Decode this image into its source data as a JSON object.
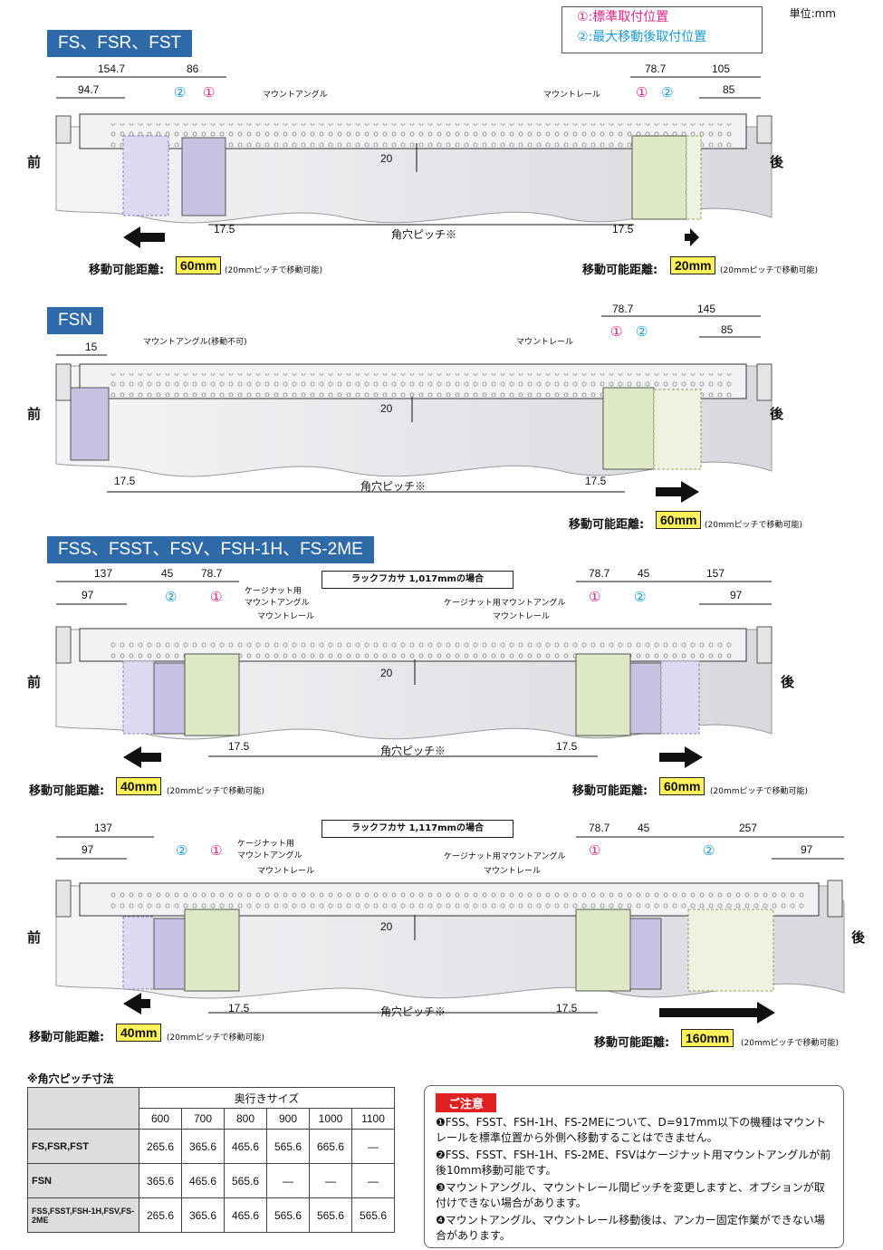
{
  "unit_label": "単位:mm",
  "legend": {
    "pos1": "①:標準取付位置",
    "pos2": "②:最大移動後取付位置"
  },
  "colors": {
    "title_bg": "#2e6aa8",
    "pos1": "#e0238a",
    "pos2": "#1a9ad6",
    "highlight": "#fff35a",
    "angle": "#c9c3e3",
    "rail": "#dfe9c6",
    "caution": "#e02020"
  },
  "front": "前",
  "back": "後",
  "move_label": "移動可能距離:",
  "move_note": "(20mmピッチで移動可能)",
  "pitch_label": "角穴ピッチ※",
  "mount_angle": "マウントアングル",
  "mount_rail": "マウントレール",
  "mount_angle_fixed": "マウントアングル(移動不可)",
  "cage_angle_l1": "ケージナット用",
  "cage_angle_l2": "マウントアングル",
  "cage_angle": "ケージナット用マウントアングル",
  "c1": "①",
  "c2": "②",
  "sections": {
    "fs": {
      "title": "FS、FSR、FST",
      "dims": {
        "d154": "154.7",
        "d86": "86",
        "d94": "94.7",
        "d787": "78.7",
        "d105": "105",
        "d85": "85",
        "d20": "20",
        "d175a": "17.5",
        "d175b": "17.5"
      },
      "move_front": "60mm",
      "move_back": "20mm"
    },
    "fsn": {
      "title": "FSN",
      "dims": {
        "d15": "15",
        "d787": "78.7",
        "d145": "145",
        "d85": "85",
        "d20": "20",
        "d175a": "17.5",
        "d175b": "17.5"
      },
      "move_back": "60mm"
    },
    "fss1": {
      "title": "FSS、FSST、FSV、FSH-1H、FS-2ME",
      "rack": "ラックフカサ 1,017mmの場合",
      "dims": {
        "d137": "137",
        "d45a": "45",
        "d787a": "78.7",
        "d97a": "97",
        "d787b": "78.7",
        "d45b": "45",
        "d157": "157",
        "d97b": "97",
        "d20": "20",
        "d175a": "17.5",
        "d175b": "17.5"
      },
      "move_front": "40mm",
      "move_back": "60mm"
    },
    "fss2": {
      "rack": "ラックフカサ 1,117mmの場合",
      "dims": {
        "d137": "137",
        "d97a": "97",
        "d787": "78.7",
        "d45": "45",
        "d257": "257",
        "d97b": "97",
        "d20": "20",
        "d175a": "17.5",
        "d175b": "17.5"
      },
      "move_front": "40mm",
      "move_back": "160mm"
    }
  },
  "table": {
    "caption": "※角穴ピッチ寸法",
    "depth_header": "奥行きサイズ",
    "columns": [
      "600",
      "700",
      "800",
      "900",
      "1000",
      "1100"
    ],
    "rows": [
      {
        "label": "FS,FSR,FST",
        "values": [
          "265.6",
          "365.6",
          "465.6",
          "565.6",
          "665.6",
          "―"
        ]
      },
      {
        "label": "FSN",
        "values": [
          "365.6",
          "465.6",
          "565.6",
          "―",
          "―",
          "―"
        ]
      },
      {
        "label": "FSS,FSST,FSH-1H,FSV,FS-2ME",
        "values": [
          "265.6",
          "365.6",
          "465.6",
          "565.6",
          "565.6",
          "565.6"
        ]
      }
    ]
  },
  "caution": {
    "title": "ご注意",
    "items": [
      "❶FSS、FSST、FSH-1H、FS-2MEについて、D=917mm以下の機種はマウントレールを標準位置から外側へ移動することはできません。",
      "❷FSS、FSST、FSH-1H、FS-2ME、FSVはケージナット用マウントアングルが前後10mm移動可能です。",
      "❸マウントアングル、マウントレール間ピッチを変更しますと、オプションが取付けできない場合があります。",
      "❹マウントアングル、マウントレール移動後は、アンカー固定作業ができない場合があります。"
    ]
  }
}
